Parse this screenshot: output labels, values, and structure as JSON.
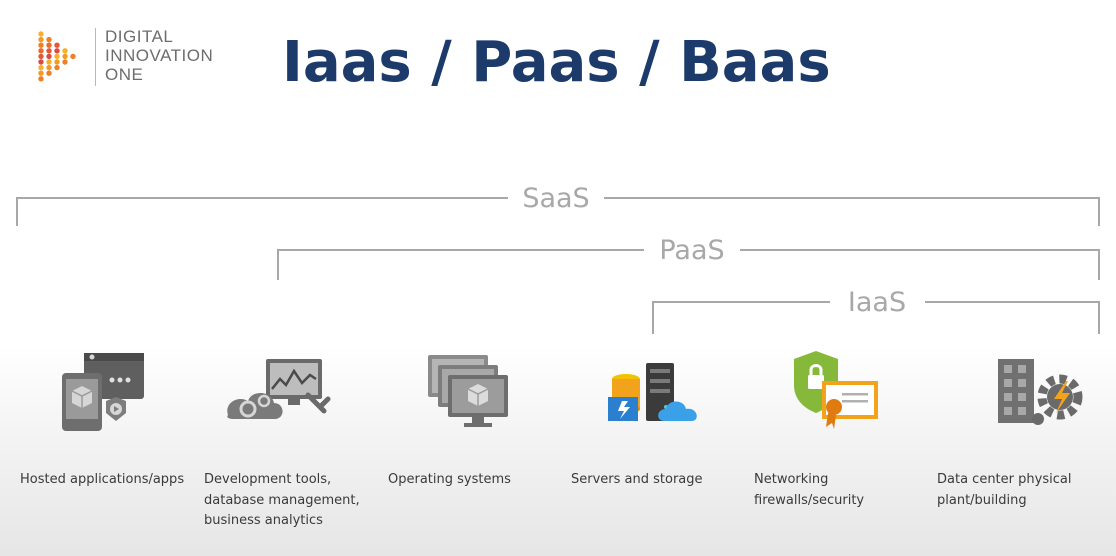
{
  "logo": {
    "line1": "DIGITAL",
    "line2": "INNOVATION",
    "line3": "ONE",
    "accent": "#f08a24"
  },
  "title": "Iaas / Paas / Baas",
  "brackets": [
    {
      "label": "SaaS"
    },
    {
      "label": "PaaS"
    },
    {
      "label": "IaaS"
    }
  ],
  "categories": [
    {
      "icon": "hosted-apps-icon",
      "lines": [
        "Hosted applications/apps"
      ]
    },
    {
      "icon": "dev-tools-icon",
      "lines": [
        "Development tools,",
        "database management,",
        "business analytics"
      ]
    },
    {
      "icon": "operating-systems-icon",
      "lines": [
        "Operating systems"
      ]
    },
    {
      "icon": "servers-storage-icon",
      "lines": [
        "Servers and storage"
      ]
    },
    {
      "icon": "networking-security-icon",
      "lines": [
        "Networking",
        "firewalls/security"
      ]
    },
    {
      "icon": "datacenter-icon",
      "lines": [
        "Data center physical",
        "plant/building"
      ]
    }
  ],
  "colors": {
    "title": "#1c3a6a",
    "bracket": "#a8a8a8",
    "icon_gray": "#7a7a7a",
    "icon_blue": "#2a8ad8",
    "icon_green": "#86b83a",
    "icon_orange": "#f3a21c"
  }
}
